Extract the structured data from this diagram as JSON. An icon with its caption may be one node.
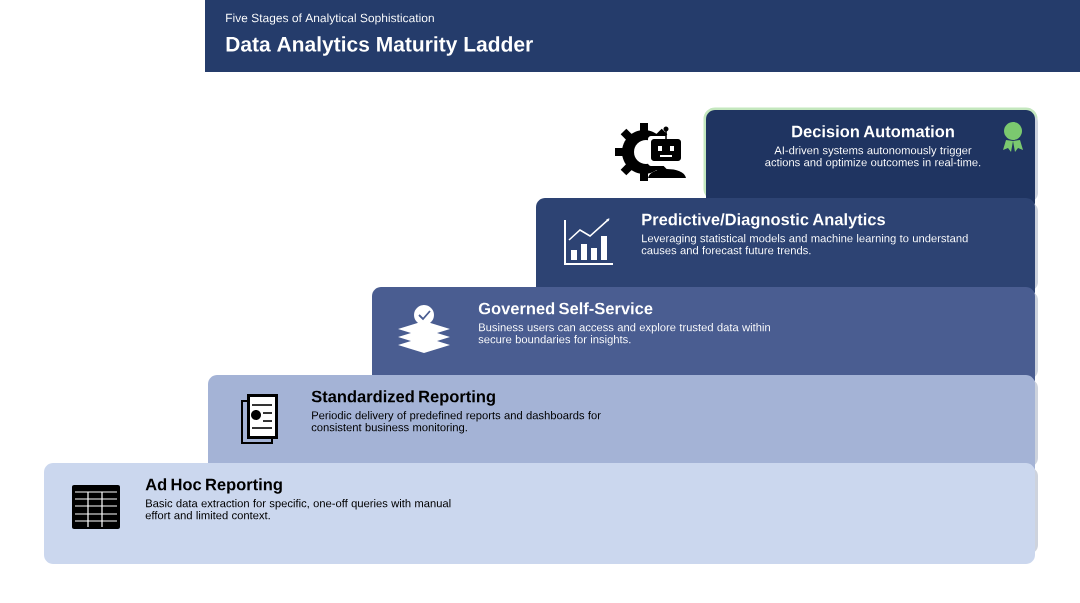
{
  "diagram": {
    "title": "Data Analytics Maturity Ladder",
    "nodes": [
      {
        "text": [
          "Decision Automation",
          "AI-driven systems autonomously trigger actions and optimize outcomes in real-time."
        ]
      },
      {
        "text": [
          "Predictive/Diagnostic Analytics",
          "Leveraging statistical models and machine learning to understand causes and forecast future trends."
        ]
      },
      {
        "text": [
          "Governed Self-Service",
          "Business users can access and explore trusted data within secure boundaries for insights."
        ]
      },
      {
        "text": [
          "Standardized Reporting",
          "Periodic delivery of predefined reports and dashboards for consistent business monitoring."
        ]
      },
      {
        "text": [
          "Ad Hoc Reporting",
          "Basic data extraction for specific, one-off queries with manual effort and limited context."
        ]
      }
    ],
    "labels": [
      "Five Stages of Analytical Sophistication"
    ]
  }
}
